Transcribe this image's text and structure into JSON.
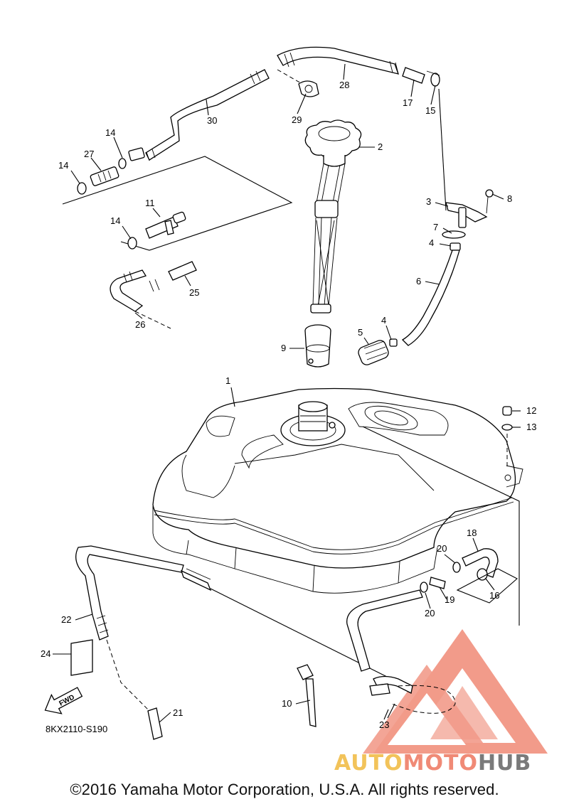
{
  "diagram_code": "8KX2110-S190",
  "copyright": "©2016 Yamaha Motor Corporation, U.S.A. All rights reserved.",
  "fwd_label": "FWD",
  "watermark": {
    "part1": "AUTO",
    "part2": "MOTO",
    "part3": "HUB"
  },
  "colors": {
    "watermark_red": "#f08a76",
    "watermark_yellow": "#f2c35a",
    "watermark_gray": "#7a7a7a"
  },
  "callouts": {
    "c1": "1",
    "c2": "2",
    "c3": "3",
    "c4a": "4",
    "c4b": "4",
    "c5": "5",
    "c6": "6",
    "c7": "7",
    "c8": "8",
    "c9": "9",
    "c10": "10",
    "c11": "11",
    "c12": "12",
    "c13": "13",
    "c14a": "14",
    "c14b": "14",
    "c14c": "14",
    "c15": "15",
    "c16": "16",
    "c17": "17",
    "c18": "18",
    "c19": "19",
    "c20a": "20",
    "c20b": "20",
    "c21": "21",
    "c22": "22",
    "c23": "23",
    "c24": "24",
    "c25": "25",
    "c26": "26",
    "c27": "27",
    "c28": "28",
    "c29": "29",
    "c30": "30"
  }
}
